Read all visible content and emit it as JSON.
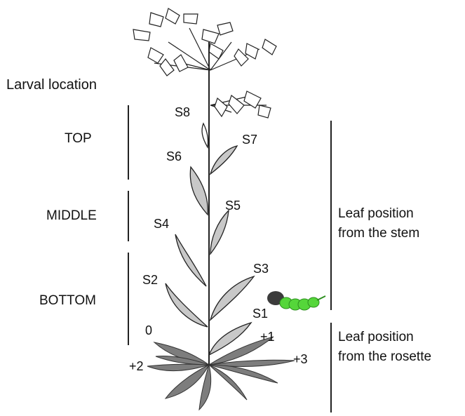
{
  "title": "Larval location",
  "regions": {
    "top": "TOP",
    "middle": "MIDDLE",
    "bottom": "BOTTOM"
  },
  "stem_leaves": [
    "S8",
    "S7",
    "S6",
    "S5",
    "S4",
    "S3",
    "S2",
    "S1"
  ],
  "rosette_leaves": [
    "0",
    "+1",
    "+2",
    "+3"
  ],
  "leaf_stem_label": {
    "line1": "Leaf position",
    "line2": "from the stem"
  },
  "leaf_rosette_label": {
    "line1": "Leaf position",
    "line2": "from the rosette"
  },
  "colors": {
    "stem_leaf_fill": "#bdbdbd",
    "rosette_fill": "#7a7a7a",
    "caterpillar": "#55d63a",
    "line": "#222222"
  },
  "icons": [
    "flower-cluster",
    "caterpillar-icon"
  ]
}
